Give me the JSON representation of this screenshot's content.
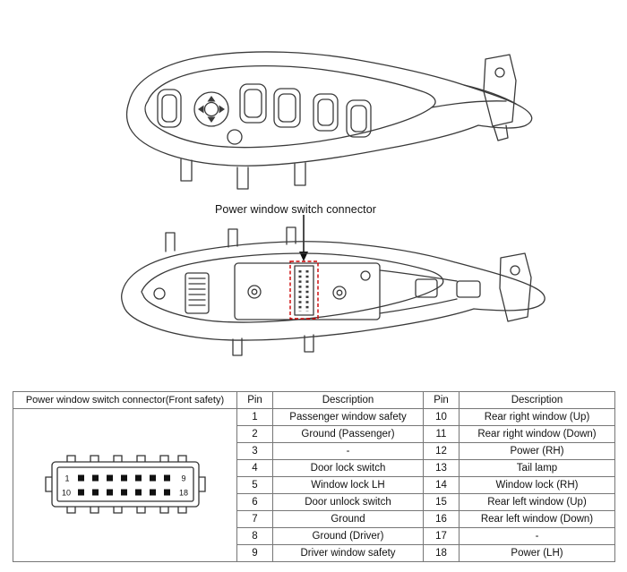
{
  "colors": {
    "line": "#3a3a3a",
    "highlight": "#cc0000",
    "arrow": "#111111",
    "table_border": "#767676"
  },
  "callout": {
    "label": "Power window switch connector"
  },
  "table": {
    "corner_header": "Power window switch connector(Front safety)",
    "columns": [
      "Pin",
      "Description",
      "Pin",
      "Description"
    ],
    "pinout_labels": {
      "first_top": "1",
      "last_top": "9",
      "first_bottom": "10",
      "last_bottom": "18"
    },
    "rows": [
      [
        "1",
        "Passenger window safety",
        "10",
        "Rear right window (Up)"
      ],
      [
        "2",
        "Ground (Passenger)",
        "11",
        "Rear right window (Down)"
      ],
      [
        "3",
        "-",
        "12",
        "Power (RH)"
      ],
      [
        "4",
        "Door lock switch",
        "13",
        "Tail lamp"
      ],
      [
        "5",
        "Window lock LH",
        "14",
        "Window lock (RH)"
      ],
      [
        "6",
        "Door unlock switch",
        "15",
        "Rear left window (Up)"
      ],
      [
        "7",
        "Ground",
        "16",
        "Rear left window (Down)"
      ],
      [
        "8",
        "Ground (Driver)",
        "17",
        "-"
      ],
      [
        "9",
        "Driver window safety",
        "18",
        "Power (LH)"
      ]
    ]
  }
}
